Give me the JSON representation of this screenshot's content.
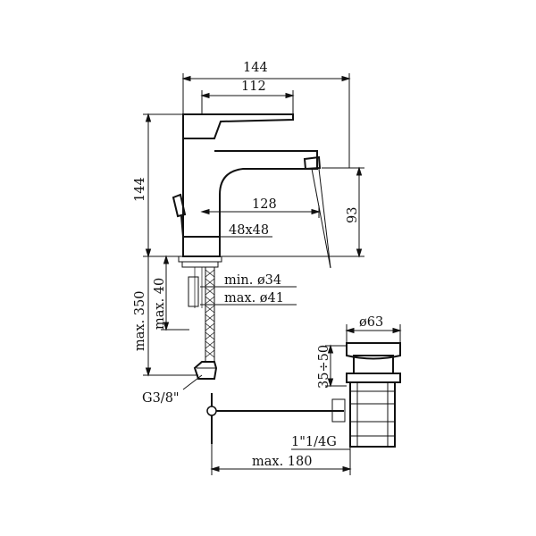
{
  "dimensions": {
    "overall_width": "144",
    "spout_reach": "112",
    "overall_height": "144",
    "spout_height": "93",
    "spout_projection": "128",
    "base_size": "48x48",
    "hole_min": "min. ø34",
    "hole_max": "max. ø41",
    "deck_thickness": "max. 40",
    "hose_length": "max. 350",
    "connection": "G3/8\"",
    "waste_cap": "ø63",
    "waste_stroke": "35÷50",
    "waste_thread": "1\"1/4G",
    "rod_length": "max. 180"
  }
}
